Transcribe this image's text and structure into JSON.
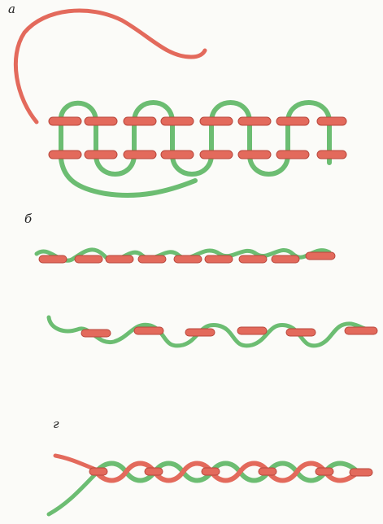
{
  "labels": {
    "a": "а",
    "b": "б",
    "g": "г"
  },
  "colors": {
    "green_thread": "#6cbd72",
    "green_shadow": "#3f8f4f",
    "red_thread": "#e36a5c",
    "red_shadow": "#b8473c",
    "background": "#fbfbf8"
  }
}
